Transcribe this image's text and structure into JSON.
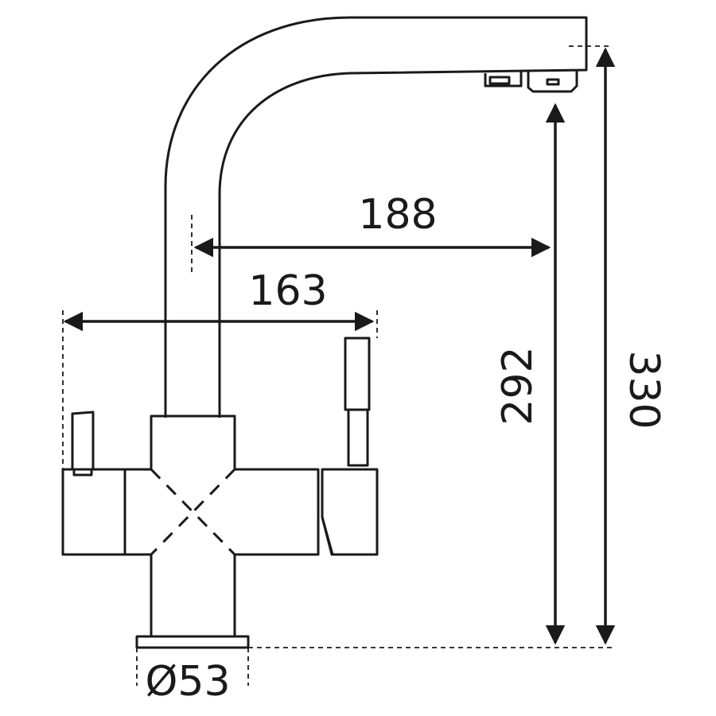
{
  "dimensions": {
    "spout_reach": "188",
    "body_width": "163",
    "spout_height": "292",
    "total_height": "330",
    "base_diameter": "Ø53"
  }
}
